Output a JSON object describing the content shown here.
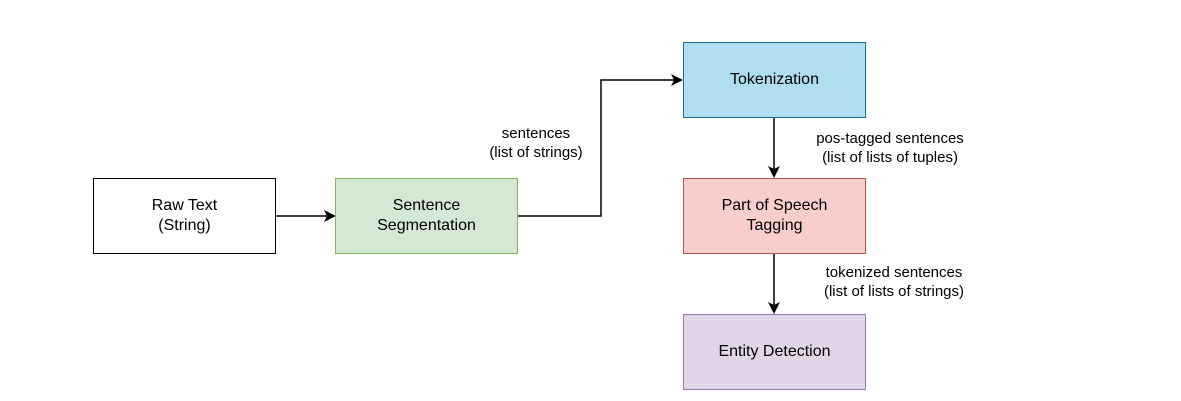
{
  "nodes": {
    "raw_text": {
      "line1": "Raw Text",
      "line2": "(String)",
      "fill": "#ffffff",
      "stroke": "#000000"
    },
    "sentence_segmentation": {
      "line1": "Sentence",
      "line2": "Segmentation",
      "fill": "#d5e8d4",
      "stroke": "#82b366"
    },
    "tokenization": {
      "line1": "Tokenization",
      "fill": "#b1ddf0",
      "stroke": "#10739e"
    },
    "pos_tagging": {
      "line1": "Part of Speech",
      "line2": "Tagging",
      "fill": "#f8cecc",
      "stroke": "#b85450"
    },
    "entity_detection": {
      "line1": "Entity Detection",
      "fill": "#e1d5e7",
      "stroke": "#9673a6"
    }
  },
  "edges": {
    "segmentation_to_tokenization": {
      "line1": "sentences",
      "line2": "(list of strings)"
    },
    "tokenization_to_pos": {
      "line1": "pos-tagged sentences",
      "line2": "(list of lists of tuples)"
    },
    "pos_to_entity": {
      "line1": "tokenized sentences",
      "line2": "(list of lists of strings)"
    }
  }
}
